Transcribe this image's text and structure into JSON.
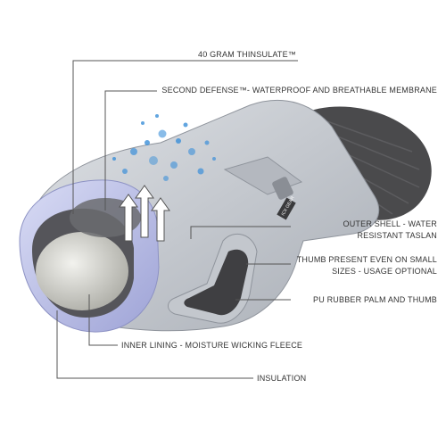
{
  "diagram": {
    "labels": {
      "thinsulate": "40 GRAM THINSULATE™",
      "second_defense": "SECOND DEFENSE™- WATERPROOF AND BREATHABLE MEMBRANE",
      "outer_shell_line1": "OUTER SHELL - WATER",
      "outer_shell_line2": "RESISTANT TASLAN",
      "thumb_line1": "THUMB PRESENT EVEN ON SMALL",
      "thumb_line2": "SIZES - USAGE OPTIONAL",
      "palm": "PU RUBBER PALM AND THUMB",
      "inner_lining": "INNER LINING - MOISTURE WICKING FLEECE",
      "insulation": "INSULATION"
    },
    "brand_marks": [
      "ICX GEAR"
    ],
    "colors": {
      "shell": "#c9cdd3",
      "shell_shade": "#a9aeb6",
      "cuff": "#4a4a4c",
      "palm": "#3f3f42",
      "lining": "#b9bde6",
      "insulation": "#d7d7d2",
      "water": "#3a8fd8",
      "leader_line": "#555555"
    }
  }
}
